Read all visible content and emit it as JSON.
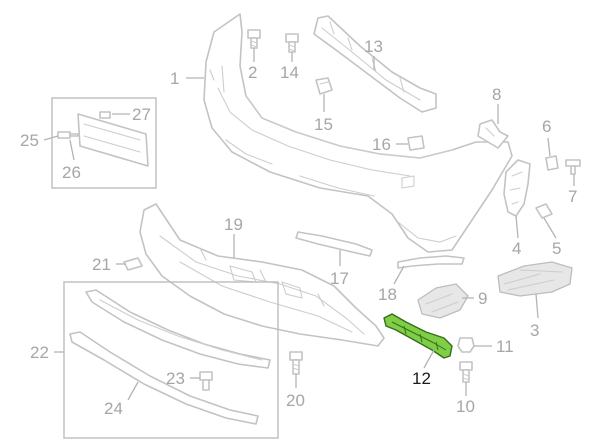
{
  "diagram": {
    "highlighted_callout": "12",
    "highlight_color": "#7fce46",
    "callout_color": "#a6a6a6",
    "callouts": [
      {
        "id": "1",
        "label": "1"
      },
      {
        "id": "2",
        "label": "2"
      },
      {
        "id": "3",
        "label": "3"
      },
      {
        "id": "4",
        "label": "4"
      },
      {
        "id": "5",
        "label": "5"
      },
      {
        "id": "6",
        "label": "6"
      },
      {
        "id": "7",
        "label": "7"
      },
      {
        "id": "8",
        "label": "8"
      },
      {
        "id": "9",
        "label": "9"
      },
      {
        "id": "10",
        "label": "10"
      },
      {
        "id": "11",
        "label": "11"
      },
      {
        "id": "12",
        "label": "12"
      },
      {
        "id": "13",
        "label": "13"
      },
      {
        "id": "14",
        "label": "14"
      },
      {
        "id": "15",
        "label": "15"
      },
      {
        "id": "16",
        "label": "16"
      },
      {
        "id": "17",
        "label": "17"
      },
      {
        "id": "18",
        "label": "18"
      },
      {
        "id": "19",
        "label": "19"
      },
      {
        "id": "20",
        "label": "20"
      },
      {
        "id": "21",
        "label": "21"
      },
      {
        "id": "22",
        "label": "22"
      },
      {
        "id": "23",
        "label": "23"
      },
      {
        "id": "24",
        "label": "24"
      },
      {
        "id": "25",
        "label": "25"
      },
      {
        "id": "26",
        "label": "26"
      },
      {
        "id": "27",
        "label": "27"
      }
    ]
  }
}
